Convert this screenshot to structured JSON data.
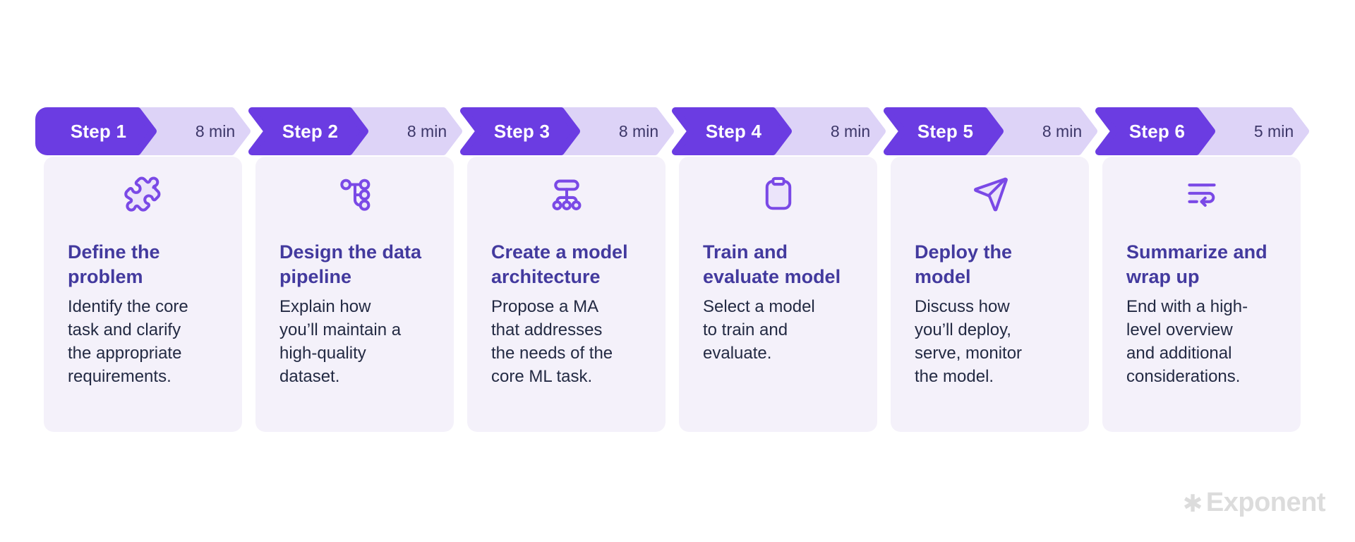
{
  "colors": {
    "step_dark": "#6b3ce2",
    "step_light": "#ddd3f7",
    "card_bg": "#f4f1fa",
    "title": "#433a9e",
    "body_text": "#232a43",
    "time_text": "#3d3769",
    "icon_stroke": "#7a49e6",
    "logo_gray": "#dcdcdc"
  },
  "branding": {
    "logo_mark": "✱",
    "logo_text": "Exponent"
  },
  "steps": [
    {
      "label": "Step 1",
      "duration": "8 min",
      "icon": "puzzle-icon",
      "title": "Define the problem",
      "description": "Identify the core task and clarify the appropriate requirements."
    },
    {
      "label": "Step 2",
      "duration": "8 min",
      "icon": "pipeline-tree-icon",
      "title": "Design the data pipeline",
      "description": "Explain how you’ll maintain a high-quality dataset."
    },
    {
      "label": "Step 3",
      "duration": "8 min",
      "icon": "model-architecture-icon",
      "title": "Create a model architecture",
      "description": "Propose a MA that addresses the needs of the core ML task."
    },
    {
      "label": "Step 4",
      "duration": "8 min",
      "icon": "clipboard-icon",
      "title": "Train and evaluate model",
      "description": "Select a model to train and evaluate."
    },
    {
      "label": "Step 5",
      "duration": "8 min",
      "icon": "paper-plane-icon",
      "title": "Deploy the model",
      "description": "Discuss how you’ll deploy, serve, monitor the model."
    },
    {
      "label": "Step 6",
      "duration": "5 min",
      "icon": "wrap-up-icon",
      "title": "Summarize and wrap up",
      "description": "End with a high-level overview and additional considerations."
    }
  ]
}
